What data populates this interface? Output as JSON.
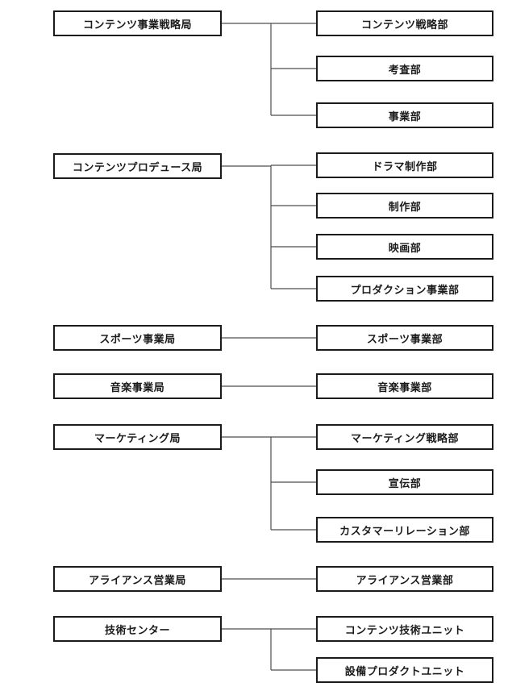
{
  "org": {
    "groups": [
      {
        "parent": "コンテンツ事業戦略局",
        "children": [
          "コンテンツ戦略部",
          "考査部",
          "事業部"
        ]
      },
      {
        "parent": "コンテンツプロデュース局",
        "children": [
          "ドラマ制作部",
          "制作部",
          "映画部",
          "プロダクション事業部"
        ]
      },
      {
        "parent": "スポーツ事業局",
        "children": [
          "スポーツ事業部"
        ]
      },
      {
        "parent": "音楽事業局",
        "children": [
          "音楽事業部"
        ]
      },
      {
        "parent": "マーケティング局",
        "children": [
          "マーケティング戦略部",
          "宣伝部",
          "カスタマーリレーション部"
        ]
      },
      {
        "parent": "アライアンス営業局",
        "children": [
          "アライアンス営業部"
        ]
      },
      {
        "parent": "技術センター",
        "children": [
          "コンテンツ技術ユニット",
          "設備プロダクトユニット"
        ]
      }
    ]
  },
  "colors": {
    "background": "#ffffff",
    "box_fill": "#ffffff",
    "box_border": "#1b1b1b",
    "connector_line": "#4d4d4d",
    "text": "#1b1b1b"
  }
}
